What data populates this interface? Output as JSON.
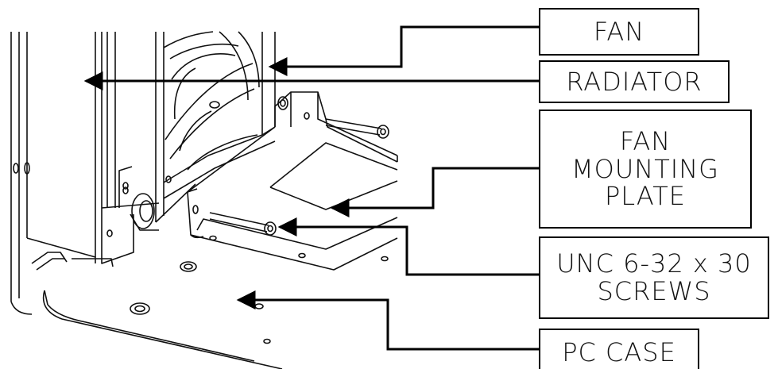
{
  "labels": {
    "fan": {
      "lines": [
        "FAN"
      ]
    },
    "radiator": {
      "lines": [
        "RADIATOR"
      ]
    },
    "fan_mounting_plate": {
      "lines": [
        "FAN",
        "MOUNTING",
        "PLATE"
      ]
    },
    "screws": {
      "lines": [
        "UNC 6-32 x 30",
        "SCREWS"
      ]
    },
    "pc_case": {
      "lines": [
        "PC CASE"
      ]
    }
  },
  "colors": {
    "line": "#000000",
    "background": "#ffffff"
  }
}
